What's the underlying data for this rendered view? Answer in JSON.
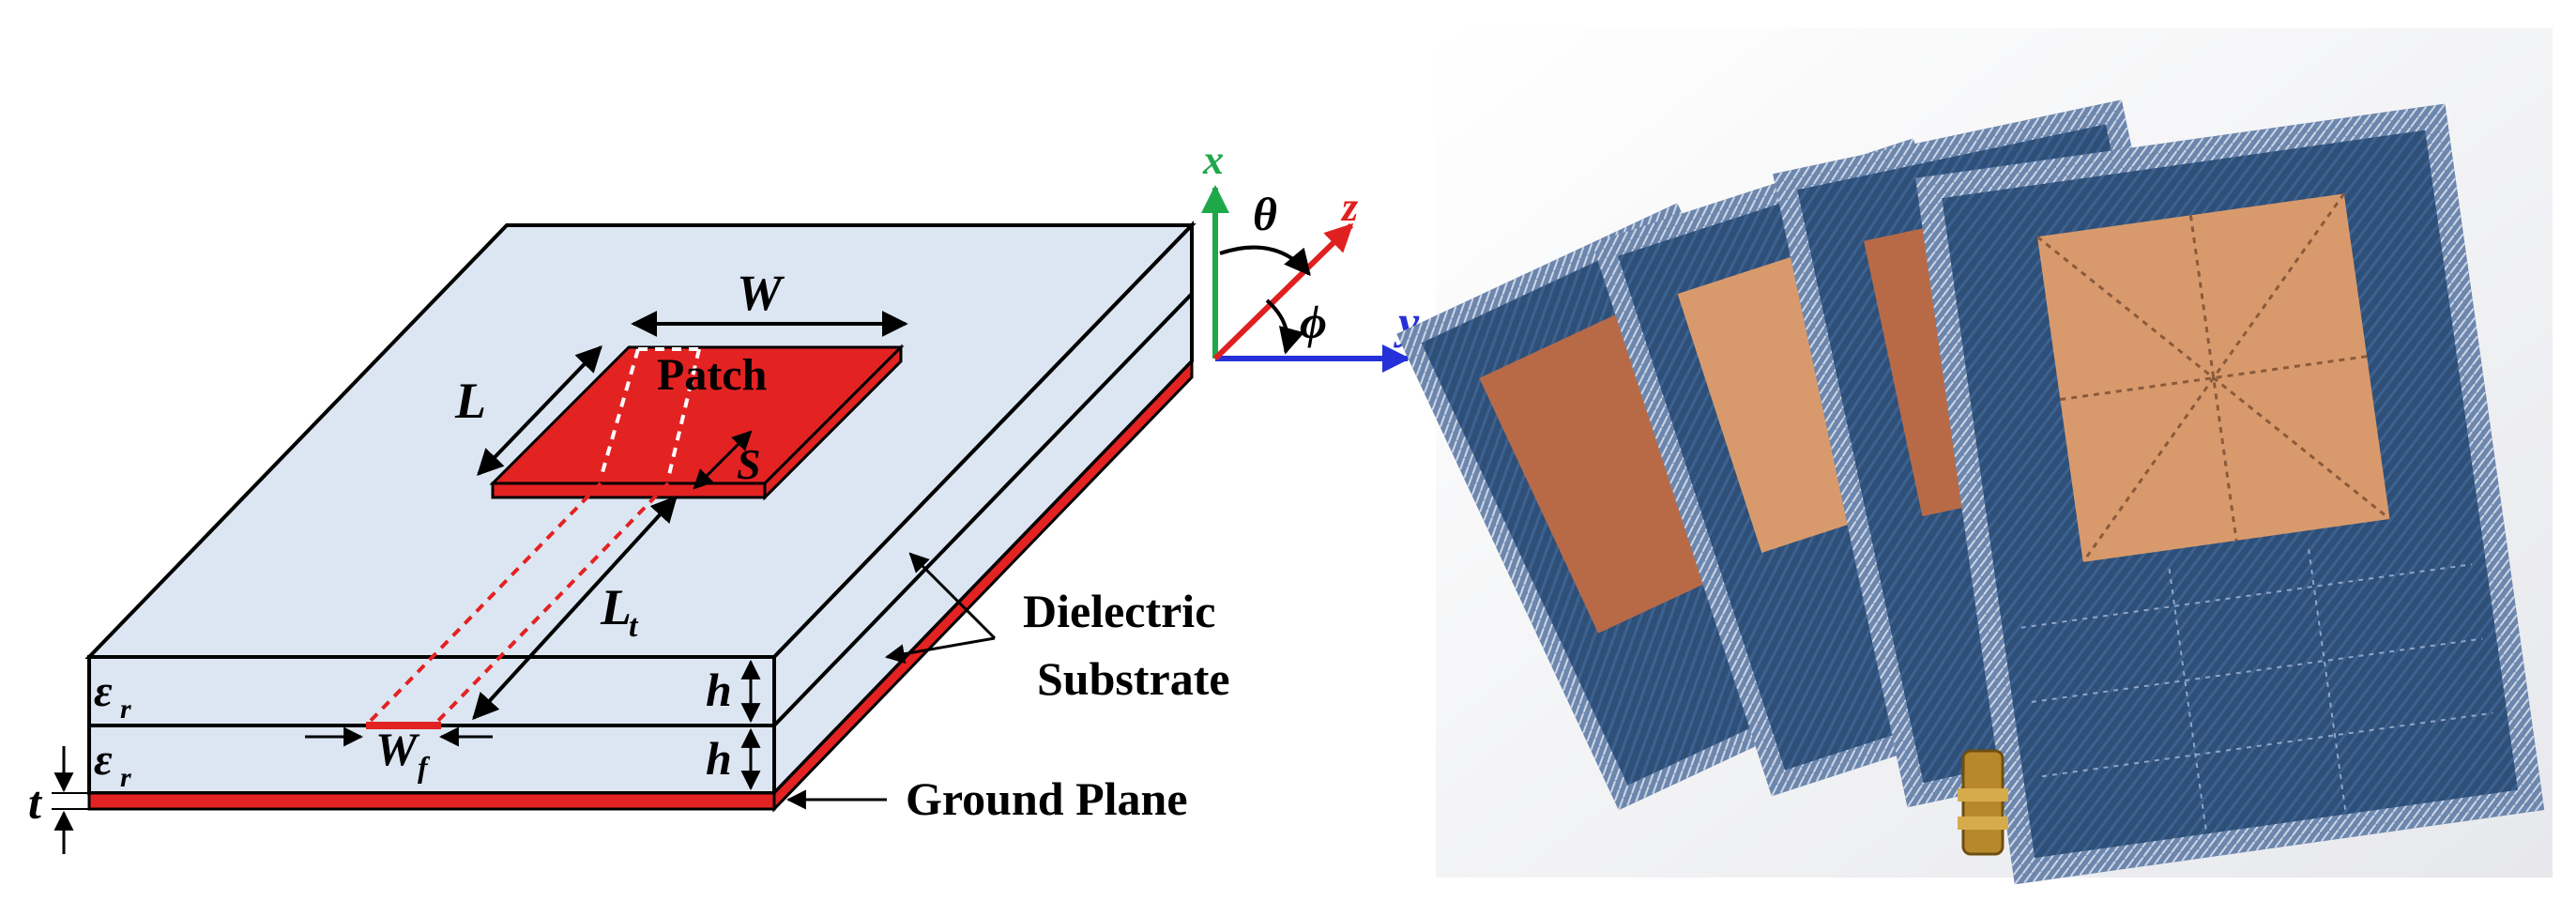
{
  "diagram": {
    "labels": {
      "patch": "Patch",
      "W": "W",
      "L": "L",
      "S": "S",
      "Lt_main": "L",
      "Lt_sub": "t",
      "Wf_main": "W",
      "Wf_sub": "f",
      "h_top": "h",
      "h_bottom": "h",
      "eps_top_main": "ε",
      "eps_top_sub": "r",
      "eps_bottom_main": "ε",
      "eps_bottom_sub": "r",
      "t": "t",
      "dielectric_line1": "Dielectric",
      "dielectric_line2": "Substrate",
      "ground_plane": "Ground Plane"
    },
    "axes": {
      "x": "x",
      "y": "y",
      "z": "z",
      "theta": "θ",
      "phi": "ϕ"
    },
    "colors": {
      "substrate": "#dce6f2",
      "copper": "#e32222",
      "axis_x": "#1fa84a",
      "axis_y": "#2530d8",
      "axis_z": "#e02020"
    }
  },
  "photo": {
    "subject": "fabricated denim textile antennas with copper patches",
    "colors": {
      "denim_dark": "#2e4f78",
      "denim_light": "#5a7aa6",
      "copper": "#d89a6c",
      "connector": "#b8892c",
      "background": "#f3f3f5"
    }
  }
}
